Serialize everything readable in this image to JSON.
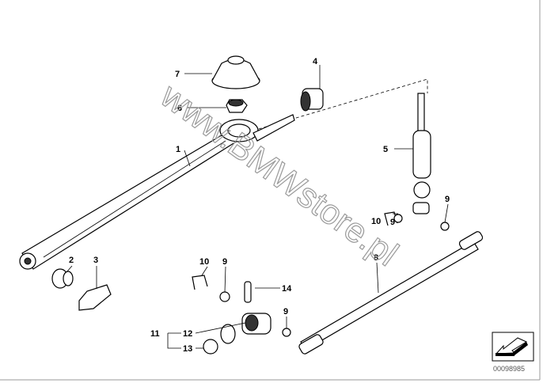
{
  "diagram": {
    "labels": {
      "p1": "1",
      "p2": "2",
      "p3": "3",
      "p4": "4",
      "p5": "5",
      "p6": "6",
      "p7": "7",
      "p8": "8",
      "p9a": "9",
      "p9b": "9",
      "p9c": "9",
      "p9d": "9",
      "p10a": "10",
      "p10b": "10",
      "p11": "11",
      "p12": "12",
      "p13": "13",
      "p14": "14"
    },
    "watermark": "www.BMWstore.pl",
    "diagram_code": "00098985",
    "nav_icon": "arrow-down-left-icon"
  }
}
